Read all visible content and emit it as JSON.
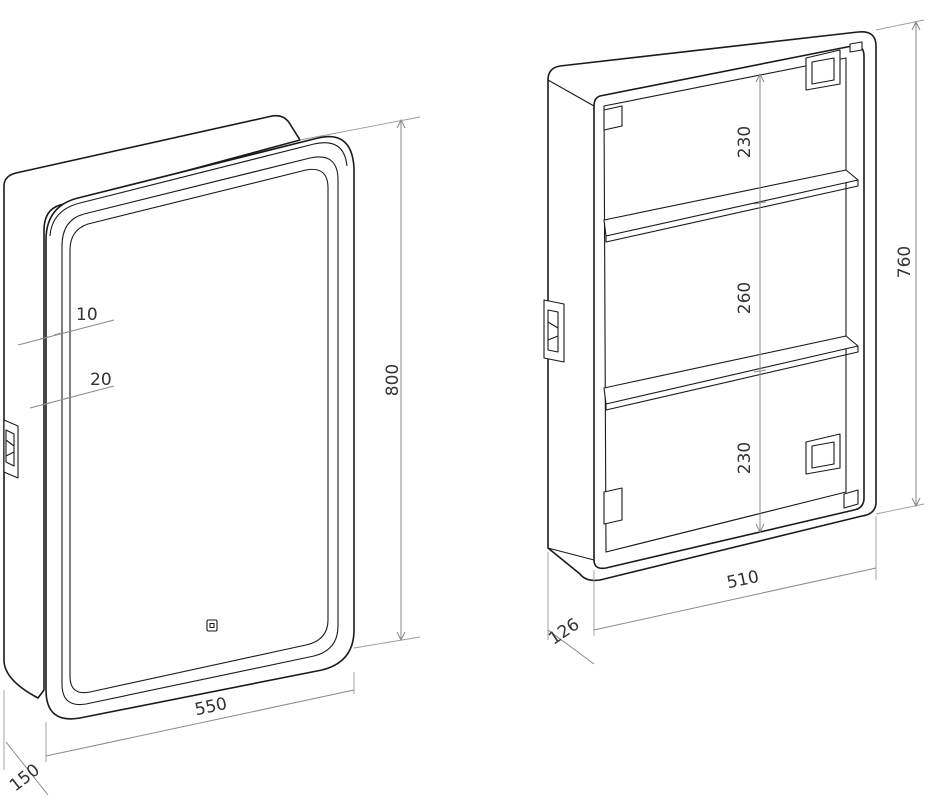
{
  "diagram": {
    "front_view": {
      "width": "550",
      "height": "800",
      "depth": "150",
      "frame_offset": "10",
      "light_strip": "20"
    },
    "open_view": {
      "inner_width": "510",
      "inner_height": "760",
      "inner_depth": "126",
      "shelf_top": "230",
      "shelf_middle": "260",
      "shelf_bottom": "230"
    }
  }
}
